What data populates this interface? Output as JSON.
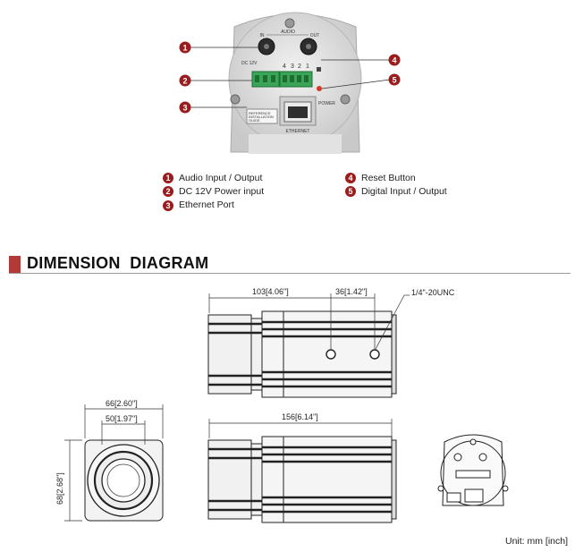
{
  "rear_panel": {
    "audio_label": "AUDIO",
    "in_label": "IN",
    "out_label": "OUT",
    "dc_label": "DC 12V",
    "pin_labels": [
      "4",
      "3",
      "2",
      "1"
    ],
    "power_label": "POWER",
    "ethernet_label": "ETHERNET",
    "guide_label": [
      "REFERENCE",
      "INSTALLATION",
      "GUIDE"
    ]
  },
  "callouts": [
    "1",
    "2",
    "3",
    "4",
    "5"
  ],
  "legend": {
    "left": [
      {
        "num": "1",
        "label": "Audio Input / Output"
      },
      {
        "num": "2",
        "label": "DC 12V Power input"
      },
      {
        "num": "3",
        "label": "Ethernet Port"
      }
    ],
    "right": [
      {
        "num": "4",
        "label": "Reset Button"
      },
      {
        "num": "5",
        "label": "Digital Input / Output"
      }
    ]
  },
  "section_title": "DIMENSION  DIAGRAM",
  "dimensions": {
    "top_left": "103[4.06\"]",
    "top_mid": "36[1.42\"]",
    "thread": "1/4\"-20UNC",
    "width_outer": "66[2.60\"]",
    "width_inner": "50[1.97\"]",
    "height": "68[2.68\"]",
    "length": "156[6.14\"]"
  },
  "unit_note": "Unit: mm [inch]",
  "colors": {
    "accent": "#b23a36",
    "callout": "#9b1c1c",
    "terminal": "#3aa558"
  }
}
